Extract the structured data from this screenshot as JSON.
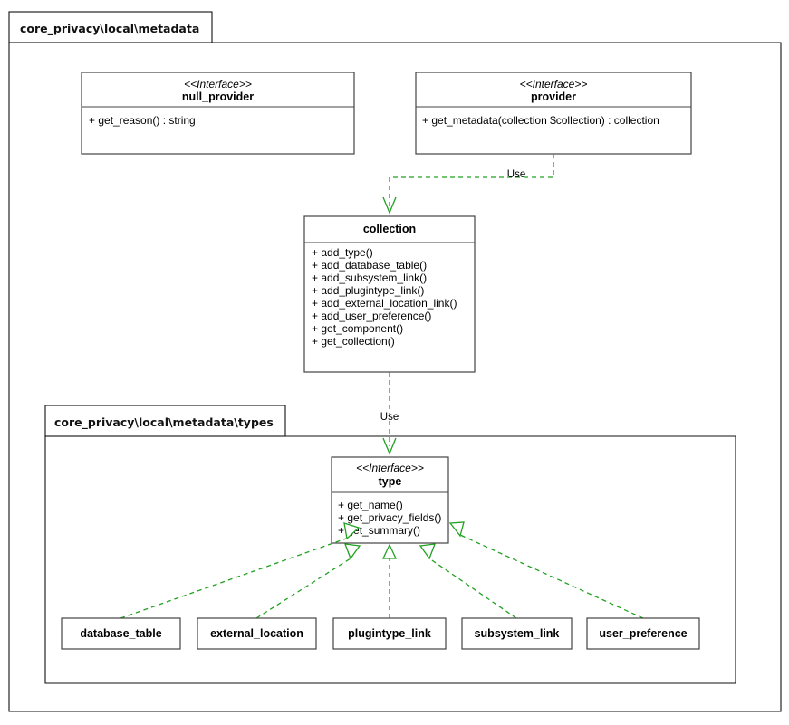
{
  "diagram": {
    "type": "uml-class-diagram",
    "background_color": "#ffffff",
    "line_color_relation": "#21a121",
    "line_color_box": "#444444",
    "packages": [
      {
        "name": "outer-package",
        "label": "core_privacy\\local\\metadata"
      },
      {
        "name": "inner-package",
        "label": "core_privacy\\local\\metadata\\types"
      }
    ],
    "classes": {
      "null_provider": {
        "stereotype": "<<Interface>>",
        "name": "null_provider",
        "members": [
          "+ get_reason() : string"
        ]
      },
      "provider": {
        "stereotype": "<<Interface>>",
        "name": "provider",
        "members": [
          "+ get_metadata(collection $collection) : collection"
        ]
      },
      "collection": {
        "stereotype": "",
        "name": "collection",
        "members": [
          "+ add_type()",
          "+ add_database_table()",
          "+ add_subsystem_link()",
          "+ add_plugintype_link()",
          "+ add_external_location_link()",
          "+ add_user_preference()",
          "+ get_component()",
          "+ get_collection()"
        ]
      },
      "type": {
        "stereotype": "<<Interface>>",
        "name": "type",
        "members": [
          "+ get_name()",
          "+ get_privacy_fields()",
          "+ get_summary()"
        ]
      },
      "database_table": {
        "stereotype": "",
        "name": "database_table",
        "members": []
      },
      "external_location": {
        "stereotype": "",
        "name": "external_location",
        "members": []
      },
      "plugintype_link": {
        "stereotype": "",
        "name": "plugintype_link",
        "members": []
      },
      "subsystem_link": {
        "stereotype": "",
        "name": "subsystem_link",
        "members": []
      },
      "user_preference": {
        "stereotype": "",
        "name": "user_preference",
        "members": []
      }
    },
    "relations": [
      {
        "name": "provider-uses-collection",
        "from": "provider",
        "to": "collection",
        "kind": "dependency",
        "label": "Use"
      },
      {
        "name": "collection-uses-type",
        "from": "collection",
        "to": "type",
        "kind": "dependency",
        "label": "Use"
      },
      {
        "name": "database_table-realizes-type",
        "from": "database_table",
        "to": "type",
        "kind": "realization",
        "label": ""
      },
      {
        "name": "external_location-realizes-type",
        "from": "external_location",
        "to": "type",
        "kind": "realization",
        "label": ""
      },
      {
        "name": "plugintype_link-realizes-type",
        "from": "plugintype_link",
        "to": "type",
        "kind": "realization",
        "label": ""
      },
      {
        "name": "subsystem_link-realizes-type",
        "from": "subsystem_link",
        "to": "type",
        "kind": "realization",
        "label": ""
      },
      {
        "name": "user_preference-realizes-type",
        "from": "user_preference",
        "to": "type",
        "kind": "realization",
        "label": ""
      }
    ]
  }
}
